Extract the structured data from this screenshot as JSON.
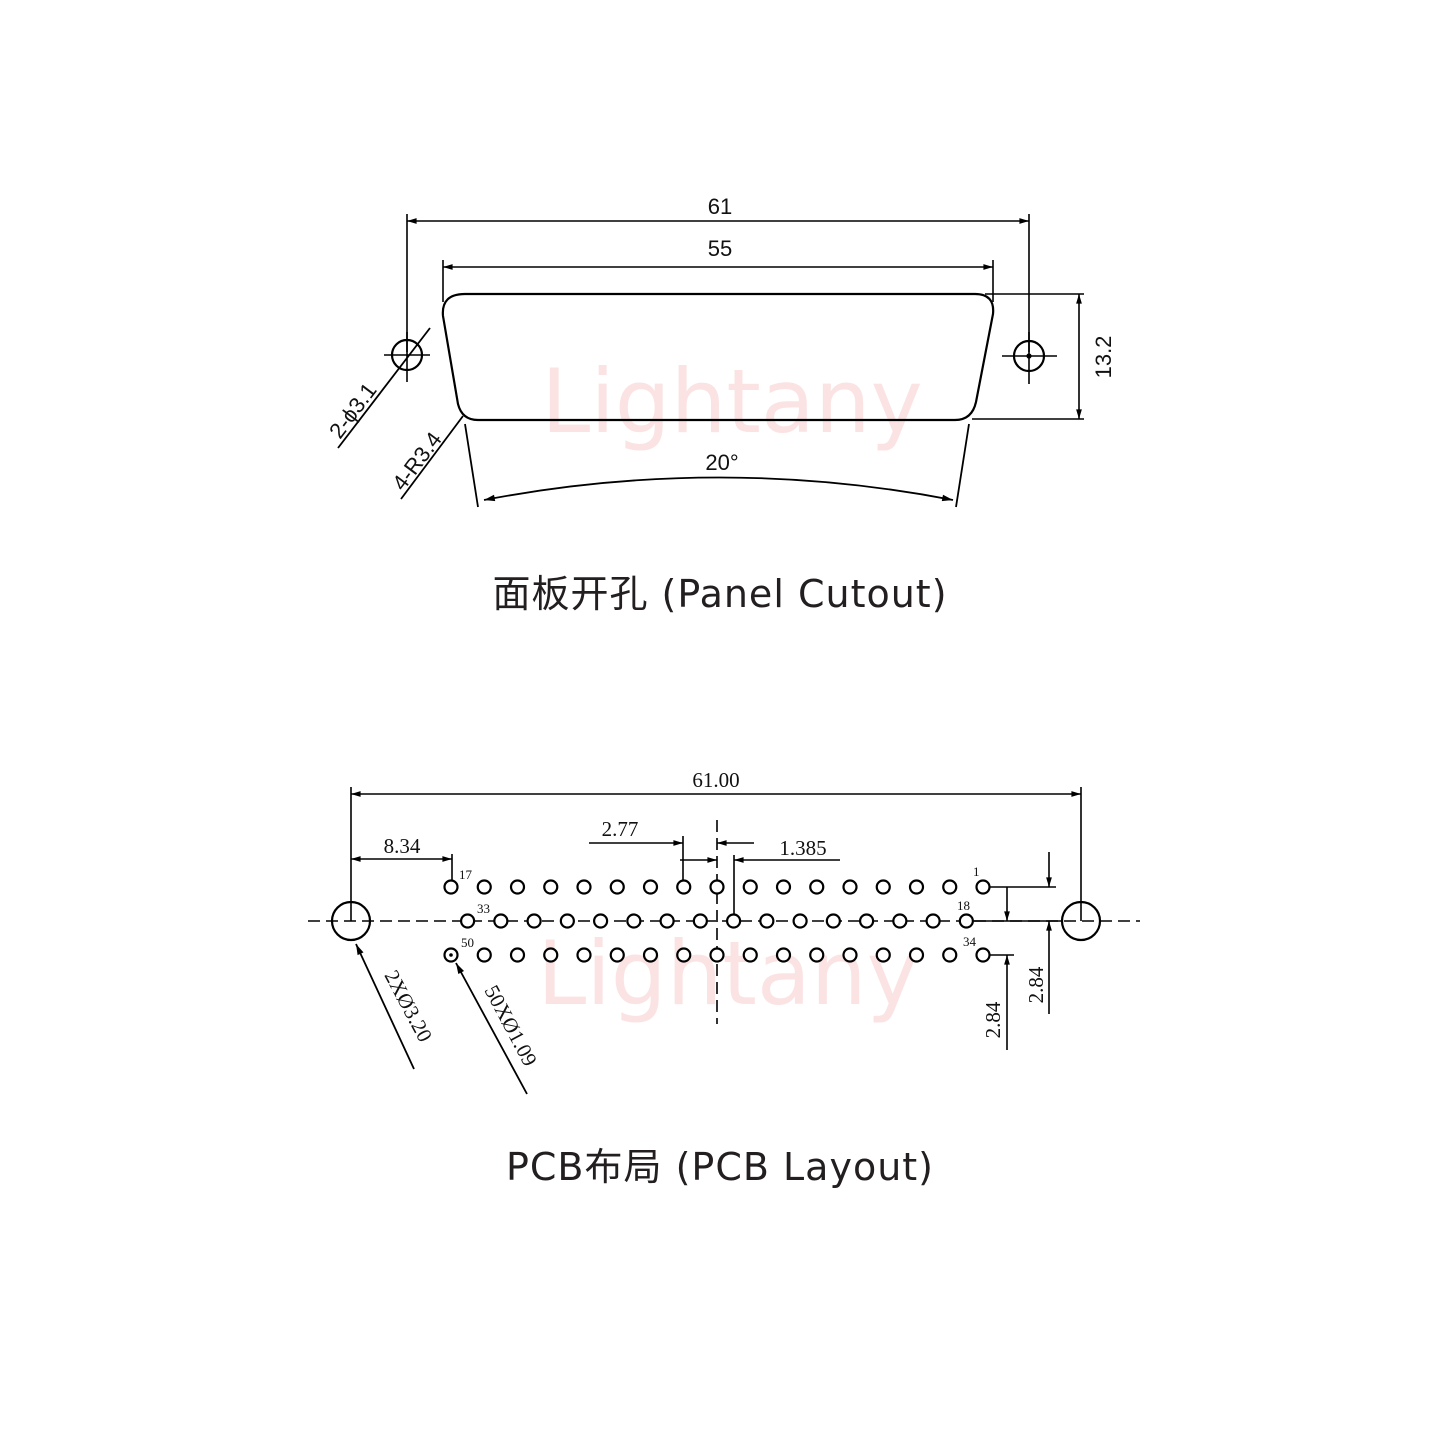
{
  "watermark": {
    "text": "Lightany",
    "color": "#fbe5e5"
  },
  "panel_cutout": {
    "caption": "面板开孔 (Panel Cutout)",
    "dim_overall": "61",
    "dim_opening": "55",
    "dim_height": "13.2",
    "dim_angle": "20°",
    "note_holes": "2-ϕ3.1",
    "note_radius": "4-R3.4"
  },
  "pcb_layout": {
    "caption": "PCB布局 (PCB Layout)",
    "dim_overall": "61.00",
    "dim_offset": "8.34",
    "dim_pitch": "2.77",
    "dim_half_pitch": "1.385",
    "dim_row_top": "2.84",
    "dim_row_bottom": "2.84",
    "note_mount_holes": "2XØ3.20",
    "note_pin_holes": "50XØ1.09",
    "pin_labels": {
      "p1": "1",
      "p17": "17",
      "p18": "18",
      "p33": "33",
      "p34": "34",
      "p50": "50"
    },
    "rows": {
      "top_count": 17,
      "middle_count": 16,
      "bottom_count": 17
    }
  }
}
